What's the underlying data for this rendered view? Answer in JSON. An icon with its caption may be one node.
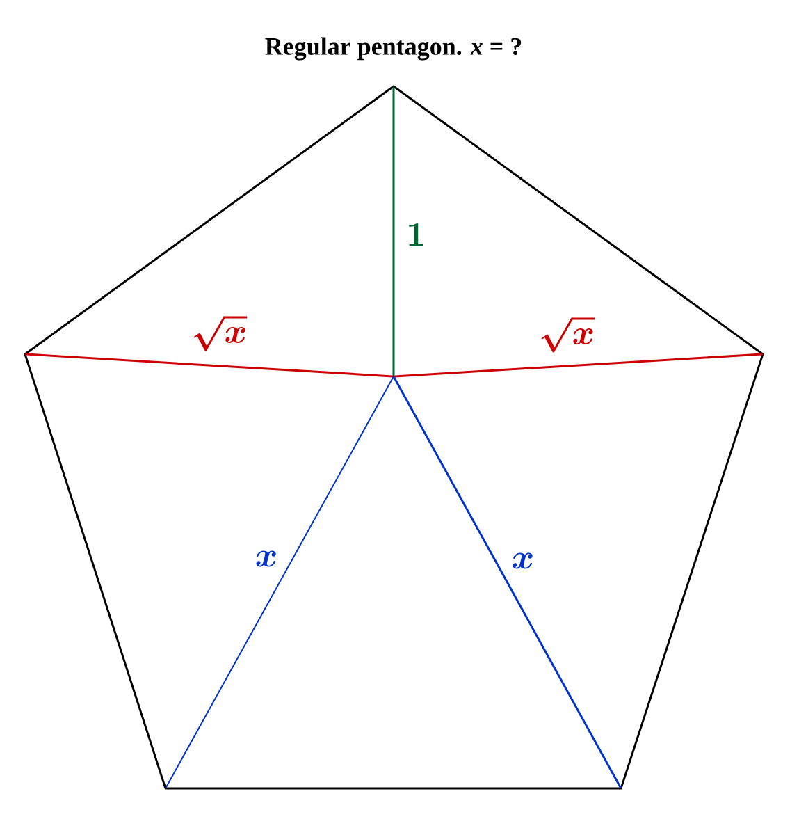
{
  "diagram": {
    "title": "Regular pentagon. *x* = ?",
    "nodes": [
      {
        "text": [],
        "shape": "point"
      },
      {
        "text": [],
        "shape": "point"
      },
      {
        "text": [],
        "shape": "point"
      },
      {
        "text": [],
        "shape": "point"
      },
      {
        "text": [],
        "shape": "point"
      },
      {
        "text": [],
        "shape": "point"
      }
    ],
    "edges": [
      {
        "from": 0,
        "to": 2,
        "arrow": "none"
      },
      {
        "from": 2,
        "to": 5,
        "arrow": "none"
      },
      {
        "from": 5,
        "to": 4,
        "arrow": "none"
      },
      {
        "from": 4,
        "to": 1,
        "arrow": "none"
      },
      {
        "from": 1,
        "to": 0,
        "arrow": "none"
      },
      {
        "from": 3,
        "to": 0,
        "arrow": "none",
        "label": "1",
        "color": "#006633"
      },
      {
        "from": 3,
        "to": 1,
        "arrow": "none",
        "label": "\\sqrt{x}",
        "color": "#cc0000"
      },
      {
        "from": 3,
        "to": 2,
        "arrow": "none",
        "label": "\\sqrt{x}",
        "color": "#cc0000"
      },
      {
        "from": 3,
        "to": 4,
        "arrow": "none",
        "label": "x",
        "color": "#0033cc"
      },
      {
        "from": 3,
        "to": 5,
        "arrow": "none",
        "label": "x",
        "color": "#0033cc"
      }
    ]
  }
}
